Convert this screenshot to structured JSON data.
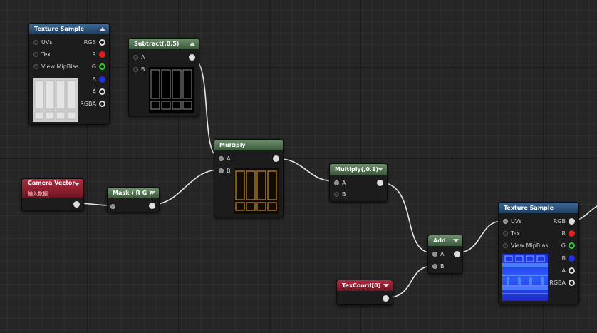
{
  "nodes": {
    "texture_sample_1": {
      "title": "Texture Sample",
      "inputs": [
        "UVs",
        "Tex",
        "View MipBias"
      ],
      "outputs": [
        "RGB",
        "R",
        "G",
        "B",
        "A",
        "RGBA"
      ]
    },
    "subtract": {
      "title": "Subtract(,0.5)",
      "inputs": [
        "A",
        "B"
      ]
    },
    "multiply": {
      "title": "Multiply",
      "inputs": [
        "A",
        "B"
      ]
    },
    "camera_vector": {
      "title": "Camera Vector",
      "subtitle": "输入数据"
    },
    "mask": {
      "title": "Mask ( R G )"
    },
    "multiply_01": {
      "title": "Multiply(,0.1)",
      "inputs": [
        "A",
        "B"
      ]
    },
    "add": {
      "title": "Add",
      "inputs": [
        "A",
        "B"
      ]
    },
    "texcoord": {
      "title": "TexCoord[0]"
    },
    "texture_sample_2": {
      "title": "Texture Sample",
      "inputs": [
        "UVs",
        "Tex",
        "View MipBias"
      ],
      "outputs": [
        "RGB",
        "R",
        "G",
        "B",
        "A",
        "RGBA"
      ]
    }
  },
  "colors": {
    "header_blue": "#2f5479",
    "header_green": "#567556",
    "header_red": "#8e1e30",
    "wire": "#e6e6e6",
    "pin_red": "#e02020",
    "pin_green": "#2fcf2f",
    "pin_blue": "#2030e0"
  }
}
